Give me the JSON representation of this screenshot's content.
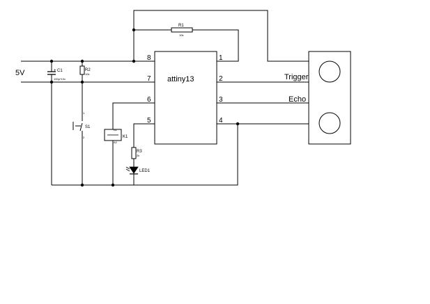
{
  "supply": {
    "label": "5V"
  },
  "mcu": {
    "name": "attiny13",
    "pins": {
      "p1": "1",
      "p2": "2",
      "p3": "3",
      "p4": "4",
      "p5": "5",
      "p6": "6",
      "p7": "7",
      "p8": "8"
    }
  },
  "r1": {
    "ref": "R1",
    "value": "10k"
  },
  "r2": {
    "ref": "R2",
    "value": "10k"
  },
  "r3": {
    "ref": "R3",
    "value": "2k"
  },
  "c1": {
    "ref": "C1",
    "polarity": "+",
    "value": "100µ*10v"
  },
  "s1": {
    "ref": "S1",
    "pin1": "1",
    "pin2": "2"
  },
  "k1": {
    "ref": "K1",
    "pin1": "A1",
    "pin2": "A2"
  },
  "led1": {
    "ref": "LED1"
  },
  "sensor": {
    "trigger": "Trigger",
    "echo": "Echo"
  }
}
